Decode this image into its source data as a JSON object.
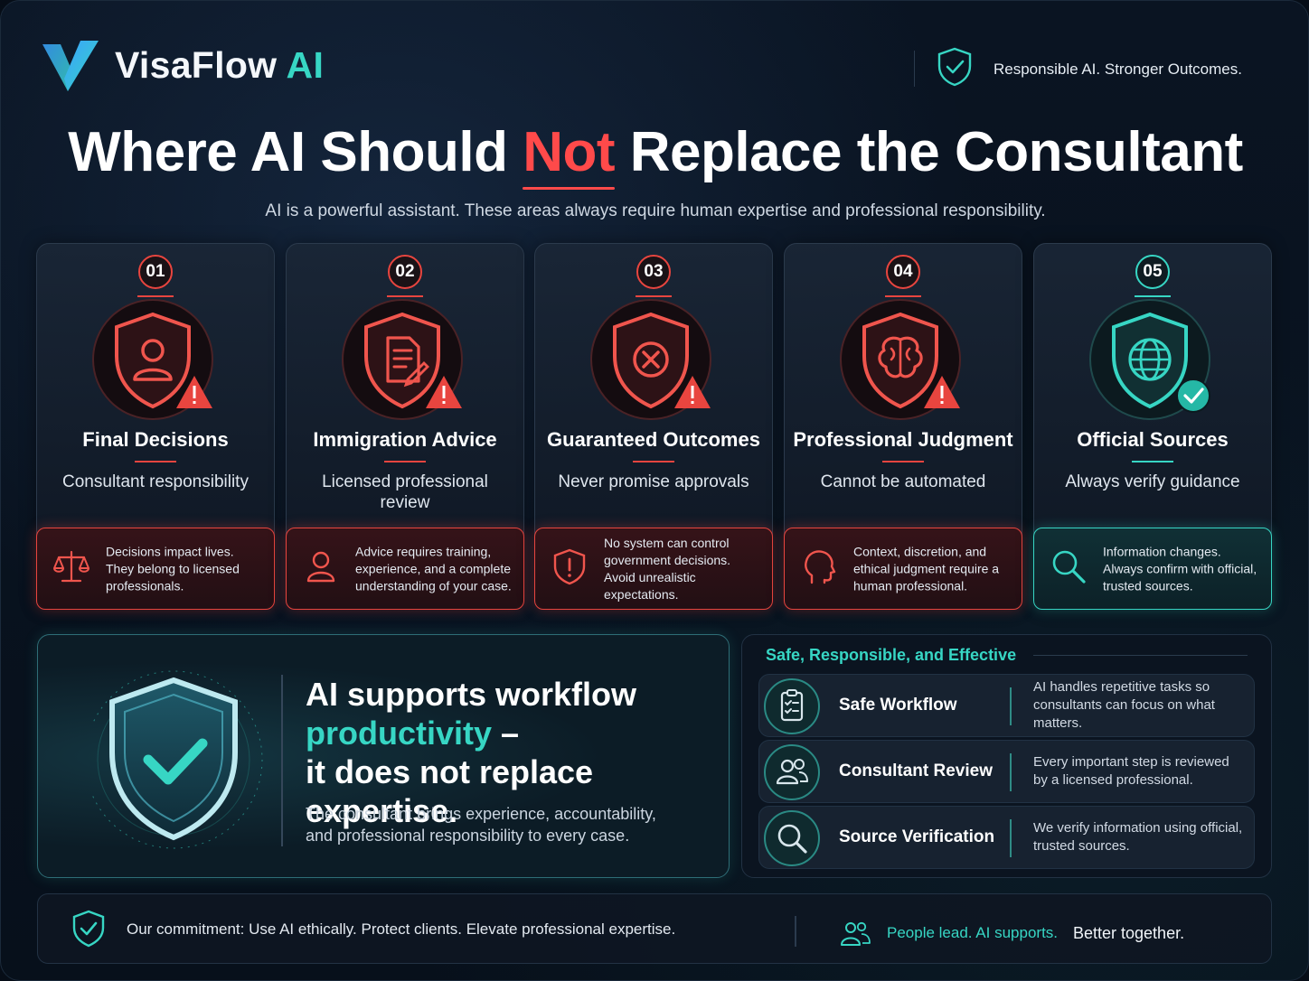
{
  "header": {
    "brand_name": "VisaFlow",
    "brand_ai": "AI",
    "tagline": "Responsible AI. Stronger Outcomes."
  },
  "hero": {
    "title_before": "Where AI Should ",
    "title_highlight": "Not",
    "title_after": " Replace the Consultant",
    "subtitle": "AI is a powerful assistant. These areas always require human expertise and professional responsibility."
  },
  "cards": [
    {
      "num": "01",
      "title": "Final Decisions",
      "subtitle": "Consultant responsibility",
      "footer": "Decisions impact lives. They belong to licensed professionals.",
      "icon": "user-shield-icon",
      "footer_icon": "scales-icon"
    },
    {
      "num": "02",
      "title": "Immigration Advice",
      "subtitle": "Licensed professional review",
      "footer": "Advice requires training, experience, and a complete understanding of your case.",
      "icon": "document-shield-icon",
      "footer_icon": "person-icon"
    },
    {
      "num": "03",
      "title": "Guaranteed Outcomes",
      "subtitle": "Never promise approvals",
      "footer": "No system can control government decisions. Avoid unrealistic expectations.",
      "icon": "x-shield-icon",
      "footer_icon": "alert-shield-icon"
    },
    {
      "num": "04",
      "title": "Professional Judgment",
      "subtitle": "Cannot be automated",
      "footer": "Context, discretion, and ethical judgment require a human professional.",
      "icon": "brain-shield-icon",
      "footer_icon": "head-icon"
    },
    {
      "num": "05",
      "title": "Official Sources",
      "subtitle": "Always verify guidance",
      "footer": "Information changes. Always confirm with official, trusted sources.",
      "icon": "globe-shield-icon",
      "footer_icon": "magnifier-icon"
    }
  ],
  "support_panel": {
    "line1": "AI supports workflow",
    "line2_highlight": "productivity",
    "line2_rest": " –",
    "line3": "it does not replace expertise.",
    "body": "The consultant brings experience, accountability, and professional responsibility to every case."
  },
  "benefits": {
    "title": "Safe, Responsible, and Effective",
    "rows": [
      {
        "label": "Safe Workflow",
        "desc": "AI handles repetitive tasks so consultants can focus on what matters.",
        "icon": "clipboard-icon"
      },
      {
        "label": "Consultant Review",
        "desc": "Every important step is reviewed by a licensed professional.",
        "icon": "people-icon"
      },
      {
        "label": "Source Verification",
        "desc": "We verify information using official, trusted sources.",
        "icon": "search-icon"
      }
    ]
  },
  "footer": {
    "commitment": "Our commitment: Use AI ethically. Protect clients. Elevate professional expertise.",
    "people_lead": "People lead. AI supports.",
    "better": "Better together."
  },
  "colors": {
    "accent_teal": "#37d6c4",
    "warning_red": "#e8453f",
    "background": "#060d17"
  }
}
